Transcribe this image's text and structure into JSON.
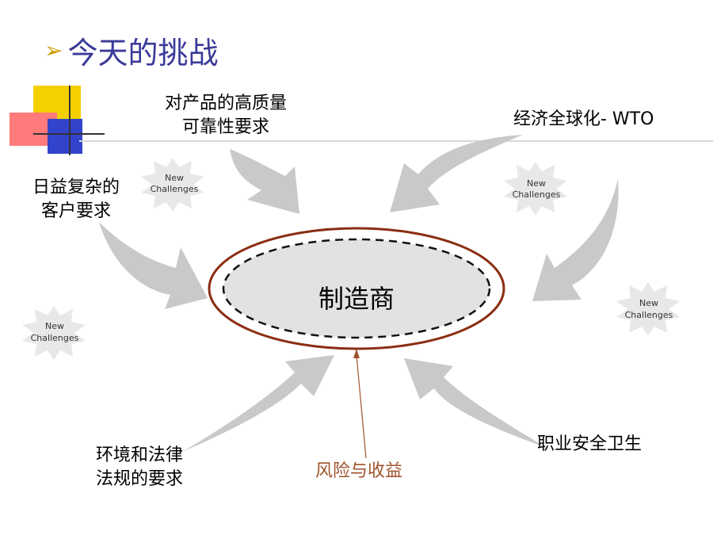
{
  "title": "今天的挑战",
  "center": "制造商",
  "badge": {
    "line1": "New",
    "line2": "Challenges"
  },
  "labels": {
    "top_center_1": "对产品的高质量",
    "top_center_2": "可靠性要求",
    "top_right": "经济全球化- WTO",
    "left_1": "日益复杂的",
    "left_2": "客户要求",
    "bottom_left_1": "环境和法律",
    "bottom_left_2": "法规的要求",
    "bottom_center": "风险与收益",
    "bottom_right": "职业安全卫生"
  },
  "colors": {
    "title": "#3a3a9a",
    "arrow": "#c9c9c9",
    "ellipse_ring": "#8b2e12",
    "ellipse_fill": "#e2e2e2",
    "risk_text": "#a0522d"
  }
}
